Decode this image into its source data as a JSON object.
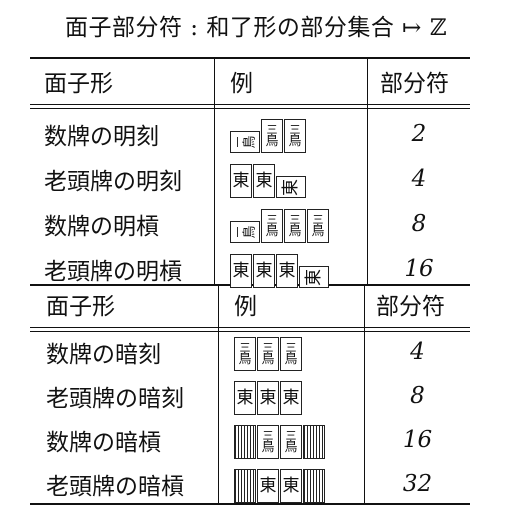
{
  "title": "面子部分符 : 和了形の部分集合 ↦ ℤ",
  "headers": {
    "form": "面子形",
    "example": "例",
    "fu": "部分符"
  },
  "open_rows": [
    {
      "label": "数牌の明刻",
      "fu": "2",
      "tiles": [
        {
          "kind": "flat",
          "top": "一",
          "bottom": "鳥"
        },
        {
          "kind": "up",
          "top": "三",
          "bottom": "鳥"
        },
        {
          "kind": "up",
          "top": "三",
          "bottom": "鳥"
        }
      ]
    },
    {
      "label": "老頭牌の明刻",
      "fu": "4",
      "tiles": [
        {
          "kind": "up",
          "char": "東"
        },
        {
          "kind": "up",
          "char": "東"
        },
        {
          "kind": "flat",
          "char": "東"
        }
      ]
    },
    {
      "label": "数牌の明槓",
      "fu": "8",
      "tiles": [
        {
          "kind": "flat",
          "top": "一",
          "bottom": "鳥"
        },
        {
          "kind": "up",
          "top": "三",
          "bottom": "鳥"
        },
        {
          "kind": "up",
          "top": "三",
          "bottom": "鳥"
        },
        {
          "kind": "up",
          "top": "三",
          "bottom": "鳥"
        }
      ]
    },
    {
      "label": "老頭牌の明槓",
      "fu": "16",
      "tiles": [
        {
          "kind": "up",
          "char": "東"
        },
        {
          "kind": "up",
          "char": "東"
        },
        {
          "kind": "up",
          "char": "東"
        },
        {
          "kind": "flat",
          "char": "東"
        }
      ]
    }
  ],
  "closed_rows": [
    {
      "label": "数牌の暗刻",
      "fu": "4",
      "tiles": [
        {
          "kind": "up",
          "top": "三",
          "bottom": "鳥"
        },
        {
          "kind": "up",
          "top": "三",
          "bottom": "鳥"
        },
        {
          "kind": "up",
          "top": "三",
          "bottom": "鳥"
        }
      ]
    },
    {
      "label": "老頭牌の暗刻",
      "fu": "8",
      "tiles": [
        {
          "kind": "up",
          "char": "東"
        },
        {
          "kind": "up",
          "char": "東"
        },
        {
          "kind": "up",
          "char": "東"
        }
      ]
    },
    {
      "label": "数牌の暗槓",
      "fu": "16",
      "tiles": [
        {
          "kind": "back"
        },
        {
          "kind": "up",
          "top": "三",
          "bottom": "鳥"
        },
        {
          "kind": "up",
          "top": "三",
          "bottom": "鳥"
        },
        {
          "kind": "back"
        }
      ]
    },
    {
      "label": "老頭牌の暗槓",
      "fu": "32",
      "tiles": [
        {
          "kind": "back"
        },
        {
          "kind": "up",
          "char": "東"
        },
        {
          "kind": "up",
          "char": "東"
        },
        {
          "kind": "back"
        }
      ]
    }
  ]
}
